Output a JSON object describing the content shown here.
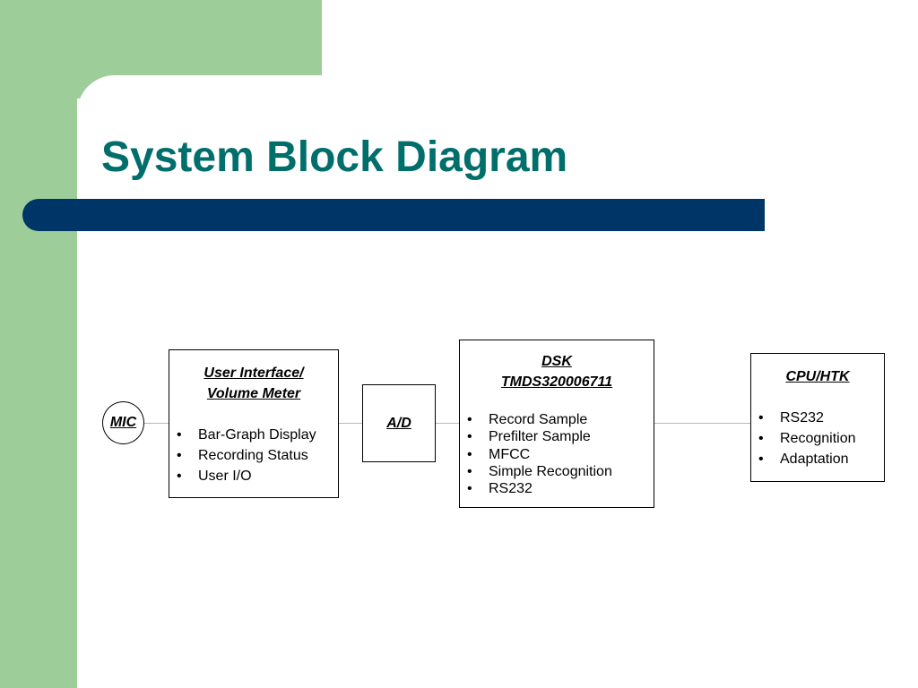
{
  "slide": {
    "title": "System Block Diagram"
  },
  "diagram": {
    "mic": {
      "label": "MIC"
    },
    "user_interface": {
      "heading_line1": "User Interface/",
      "heading_line2": "Volume Meter",
      "items": [
        "Bar-Graph Display",
        "Recording Status",
        "User I/O"
      ]
    },
    "ad": {
      "label": "A/D"
    },
    "dsk": {
      "heading_line1": "DSK",
      "heading_line2": "TMDS320006711",
      "items": [
        "Record Sample",
        "Prefilter Sample",
        "MFCC",
        "Simple Recognition",
        "RS232"
      ]
    },
    "cpu": {
      "heading": "CPU/HTK",
      "items": [
        "RS232",
        "Recognition",
        "Adaptation"
      ]
    }
  }
}
